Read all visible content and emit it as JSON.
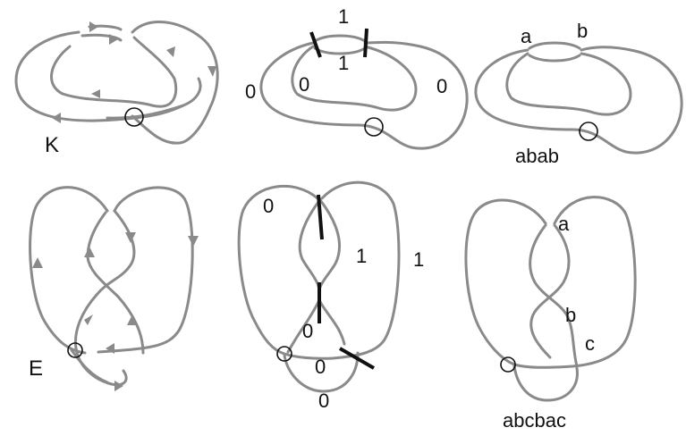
{
  "panels": {
    "k_original": {
      "name": "K"
    },
    "k_cut": {
      "labels": [
        "1",
        "1",
        "0",
        "0",
        "0"
      ]
    },
    "k_word": {
      "crossings": [
        "a",
        "b"
      ],
      "word": "abab"
    },
    "e_original": {
      "name": "E"
    },
    "e_cut": {
      "labels": [
        "0",
        "1",
        "1",
        "0",
        "0",
        "0"
      ]
    },
    "e_word": {
      "crossings": [
        "a",
        "b",
        "c"
      ],
      "word": "abcbac"
    }
  },
  "colors": {
    "strand": "#8a8a8a",
    "cut": "#111111",
    "background": "#ffffff"
  }
}
